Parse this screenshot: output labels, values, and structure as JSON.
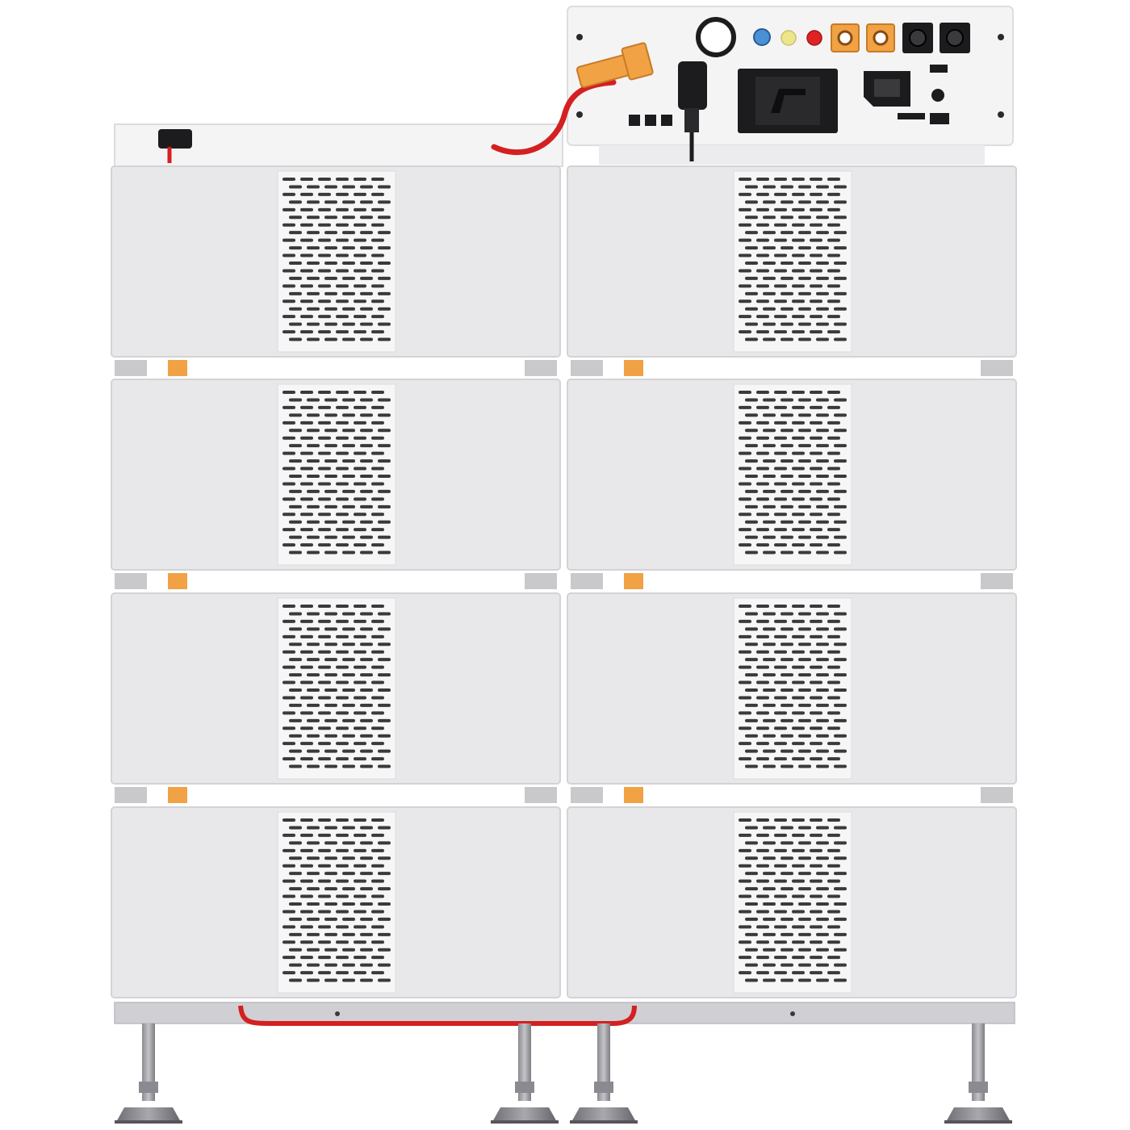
{
  "scene": {
    "subject": "stacked-battery-storage-system",
    "module_count": 8,
    "stacks": 2,
    "modules_per_stack": 4,
    "leg_count": 4,
    "colors": {
      "background": "#ffffff",
      "module_body": "#e8e8ea",
      "module_edge": "#d3d3d6",
      "vent_slot": "#3a3a3c",
      "spacer": "#c9c9cc",
      "connector_orange": "#f0a245",
      "cable_red": "#d42020",
      "control_panel": "#f4f4f5",
      "port_black": "#1c1c1e",
      "led_blue": "#4a90d6",
      "led_yellow": "#eee48a",
      "led_red": "#e02222",
      "leg_metal": "#9a9aa0",
      "base_rail": "#d0d0d4"
    },
    "icons": {
      "ring_button": "power-ring-icon",
      "terminal": "terminal-connector-icon",
      "plug": "power-plug-icon"
    }
  }
}
